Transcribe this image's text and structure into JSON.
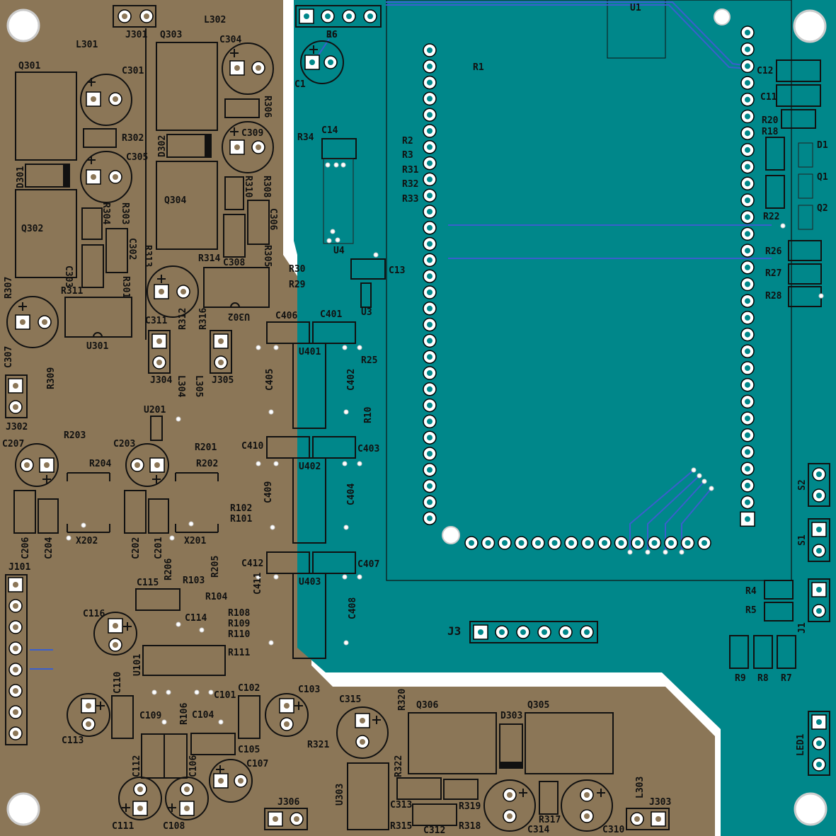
{
  "board": {
    "colors": {
      "copper_area": "#8b7657",
      "ground_pour": "#00878a",
      "clearance": "#ffffff",
      "trace": "#3a5fcd",
      "silkscreen": "#111111",
      "pad": "#ffffff"
    },
    "labels": {
      "L301": "L301",
      "L302": "L302",
      "J301": "J301",
      "Q301": "Q301",
      "Q303": "Q303",
      "C304": "C304",
      "C301": "C301",
      "R306": "R306",
      "R302": "R302",
      "C309": "C309",
      "C305": "C305",
      "D302": "D302",
      "D301": "D301",
      "Q304": "Q304",
      "R310": "R310",
      "R308": "R308",
      "Q302": "Q302",
      "R304": "R304",
      "R303": "R303",
      "C306": "C306",
      "C302": "C302",
      "R313": "R313",
      "R314": "R314",
      "C308": "C308",
      "R305": "R305",
      "C303": "C303",
      "R307": "R307",
      "R311": "R311",
      "R301": "R301",
      "C311": "C311",
      "R312": "R312",
      "R316": "R316",
      "U302": "U302",
      "U301": "U301",
      "C307": "C307",
      "J304": "J304",
      "J305": "J305",
      "R309": "R309",
      "L304": "L304",
      "L305": "L305",
      "J302": "J302",
      "U201": "U201",
      "R203": "R203",
      "C207": "C207",
      "C203": "C203",
      "R201": "R201",
      "R204": "R204",
      "R202": "R202",
      "R102": "R102",
      "R101": "R101",
      "C206": "C206",
      "C204": "C204",
      "C202": "C202",
      "C201": "C201",
      "X202": "X202",
      "X201": "X201",
      "R206": "R206",
      "R205": "R205",
      "R103": "R103",
      "C115": "C115",
      "R104": "R104",
      "J101": "J101",
      "C116": "C116",
      "C114": "C114",
      "R108": "R108",
      "R109": "R109",
      "R110": "R110",
      "R111": "R111",
      "U101": "U101",
      "C110": "C110",
      "C101": "C101",
      "C102": "C102",
      "C103": "C103",
      "C109": "C109",
      "R106": "R106",
      "C104": "C104",
      "C113": "C113",
      "C105": "C105",
      "C112": "C112",
      "C106": "C106",
      "C107": "C107",
      "C111": "C111",
      "C108": "C108",
      "J306": "J306",
      "U1": "U1",
      "J6": "J6",
      "R6": "R6",
      "C1": "C1",
      "R1": "R1",
      "C12": "C12",
      "C11": "C11",
      "R20": "R20",
      "R18": "R18",
      "D1": "D1",
      "Q1": "Q1",
      "Q2": "Q2",
      "R22": "R22",
      "R26": "R26",
      "R27": "R27",
      "R28": "R28",
      "R34": "R34",
      "C14": "C14",
      "R2": "R2",
      "R3": "R3",
      "R31": "R31",
      "R32": "R32",
      "R33": "R33",
      "U4": "U4",
      "C13": "C13",
      "R30": "R30",
      "R29": "R29",
      "U3": "U3",
      "C406": "C406",
      "C401": "C401",
      "U401": "U401",
      "R25": "R25",
      "C405": "C405",
      "C402": "C402",
      "R10": "R10",
      "C410": "C410",
      "C403": "C403",
      "U402": "U402",
      "C409": "C409",
      "C404": "C404",
      "C412": "C412",
      "C407": "C407",
      "U403": "U403",
      "C411": "C411",
      "C408": "C408",
      "J3": "J3",
      "S2": "S2",
      "S1": "S1",
      "J1": "J1",
      "R4": "R4",
      "R5": "R5",
      "R9": "R9",
      "R8": "R8",
      "R7": "R7",
      "LED1": "LED1",
      "C315": "C315",
      "R320": "R320",
      "Q306": "Q306",
      "D303": "D303",
      "Q305": "Q305",
      "R321": "R321",
      "U303": "U303",
      "R322": "R322",
      "C313": "C313",
      "R319": "R319",
      "R315": "R315",
      "C312": "C312",
      "R318": "R318",
      "C314": "C314",
      "R317": "R317",
      "C310": "C310",
      "L303": "L303",
      "J303": "J303"
    }
  }
}
